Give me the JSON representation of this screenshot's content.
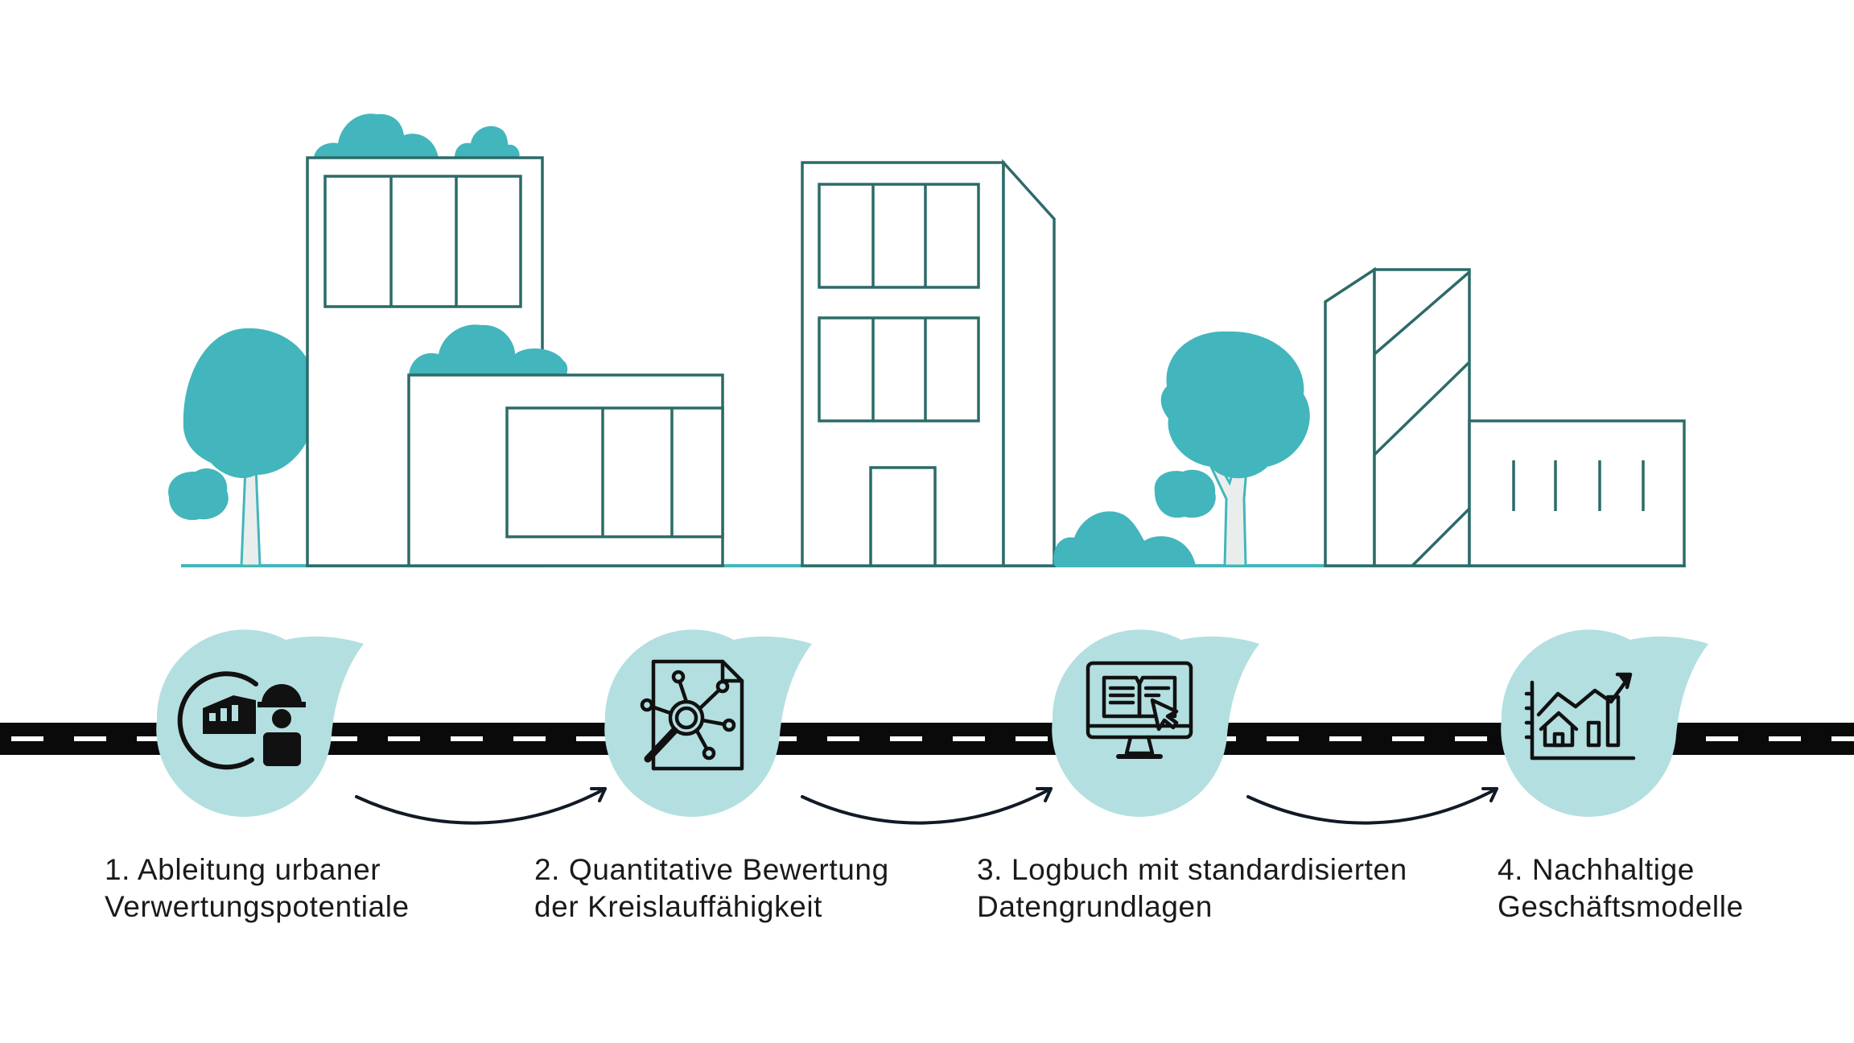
{
  "colors": {
    "accent_teal": "#43b5bc",
    "outline_dark_teal": "#2c6b68",
    "light_teal": "#b3dfe0",
    "road": "#0a0a0a",
    "road_marking": "#ffffff",
    "trunk": "#e9eeed",
    "arrow": "#111a26",
    "icon": "#111111"
  },
  "steps": [
    {
      "line1": "1. Ableitung urbaner",
      "line2": "Verwertungspotentiale",
      "icon": "building-worker-icon"
    },
    {
      "line1": "2. Quantitative Bewertung",
      "line2": "der Kreislauffähigkeit",
      "icon": "document-analysis-icon"
    },
    {
      "line1": "3. Logbuch mit standardisierten",
      "line2": "Datengrundlagen",
      "icon": "digital-logbook-icon"
    },
    {
      "line1": "4. Nachhaltige",
      "line2": "Geschäftsmodelle",
      "icon": "growth-chart-icon"
    }
  ]
}
